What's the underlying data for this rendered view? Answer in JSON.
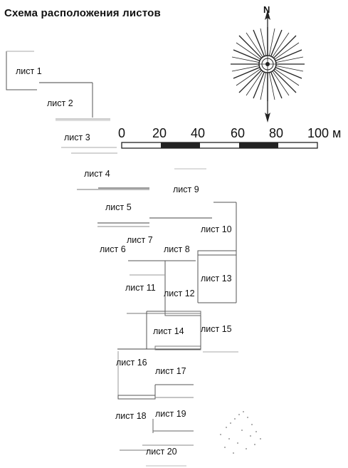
{
  "title": "Схема расположения листов",
  "compass": {
    "north_label": "N"
  },
  "scale_bar": {
    "tick_labels": [
      "0",
      "20",
      "40",
      "60",
      "80",
      "100 м"
    ],
    "unit": "м"
  },
  "sheets": [
    "лист 1",
    "лист 2",
    "лист 3",
    "лист 4",
    "лист 5",
    "лист 6",
    "лист 7",
    "лист 8",
    "лист 9",
    "лист 10",
    "лист 11",
    "лист 12",
    "лист 13",
    "лист 14",
    "лист 15",
    "лист 16",
    "лист 17",
    "лист 18",
    "лист 19",
    "лист 20"
  ]
}
